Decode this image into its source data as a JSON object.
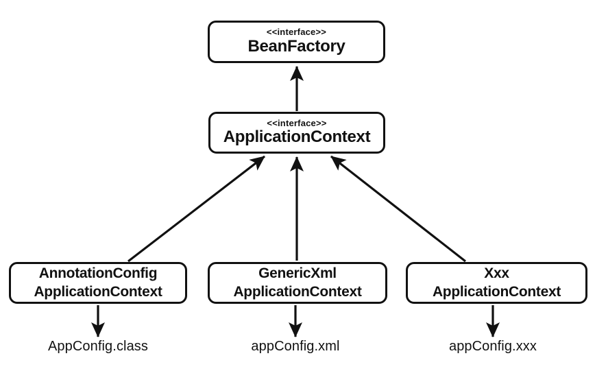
{
  "diagram": {
    "nodes": {
      "bean_factory": {
        "stereotype": "<<interface>>",
        "name": "BeanFactory"
      },
      "application_context": {
        "stereotype": "<<interface>>",
        "name": "ApplicationContext"
      },
      "annotation_config_application_context": {
        "name_line1": "AnnotationConfig",
        "name_line2": "ApplicationContext"
      },
      "generic_xml_application_context": {
        "name_line1": "GenericXml",
        "name_line2": "ApplicationContext"
      },
      "xxx_application_context": {
        "name_line1": "Xxx",
        "name_line2": "ApplicationContext"
      }
    },
    "artifacts": {
      "app_config_class": "AppConfig.class",
      "app_config_xml": "appConfig.xml",
      "app_config_xxx": "appConfig.xxx"
    },
    "edges": [
      {
        "from": "ApplicationContext",
        "to": "BeanFactory",
        "type": "generalization"
      },
      {
        "from": "AnnotationConfigApplicationContext",
        "to": "ApplicationContext",
        "type": "generalization"
      },
      {
        "from": "GenericXmlApplicationContext",
        "to": "ApplicationContext",
        "type": "generalization"
      },
      {
        "from": "XxxApplicationContext",
        "to": "ApplicationContext",
        "type": "generalization"
      },
      {
        "from": "AnnotationConfigApplicationContext",
        "to": "AppConfig.class",
        "type": "uses"
      },
      {
        "from": "GenericXmlApplicationContext",
        "to": "appConfig.xml",
        "type": "uses"
      },
      {
        "from": "XxxApplicationContext",
        "to": "appConfig.xxx",
        "type": "uses"
      }
    ],
    "colors": {
      "stroke": "#111111",
      "background": "#ffffff",
      "text": "#111111"
    }
  }
}
